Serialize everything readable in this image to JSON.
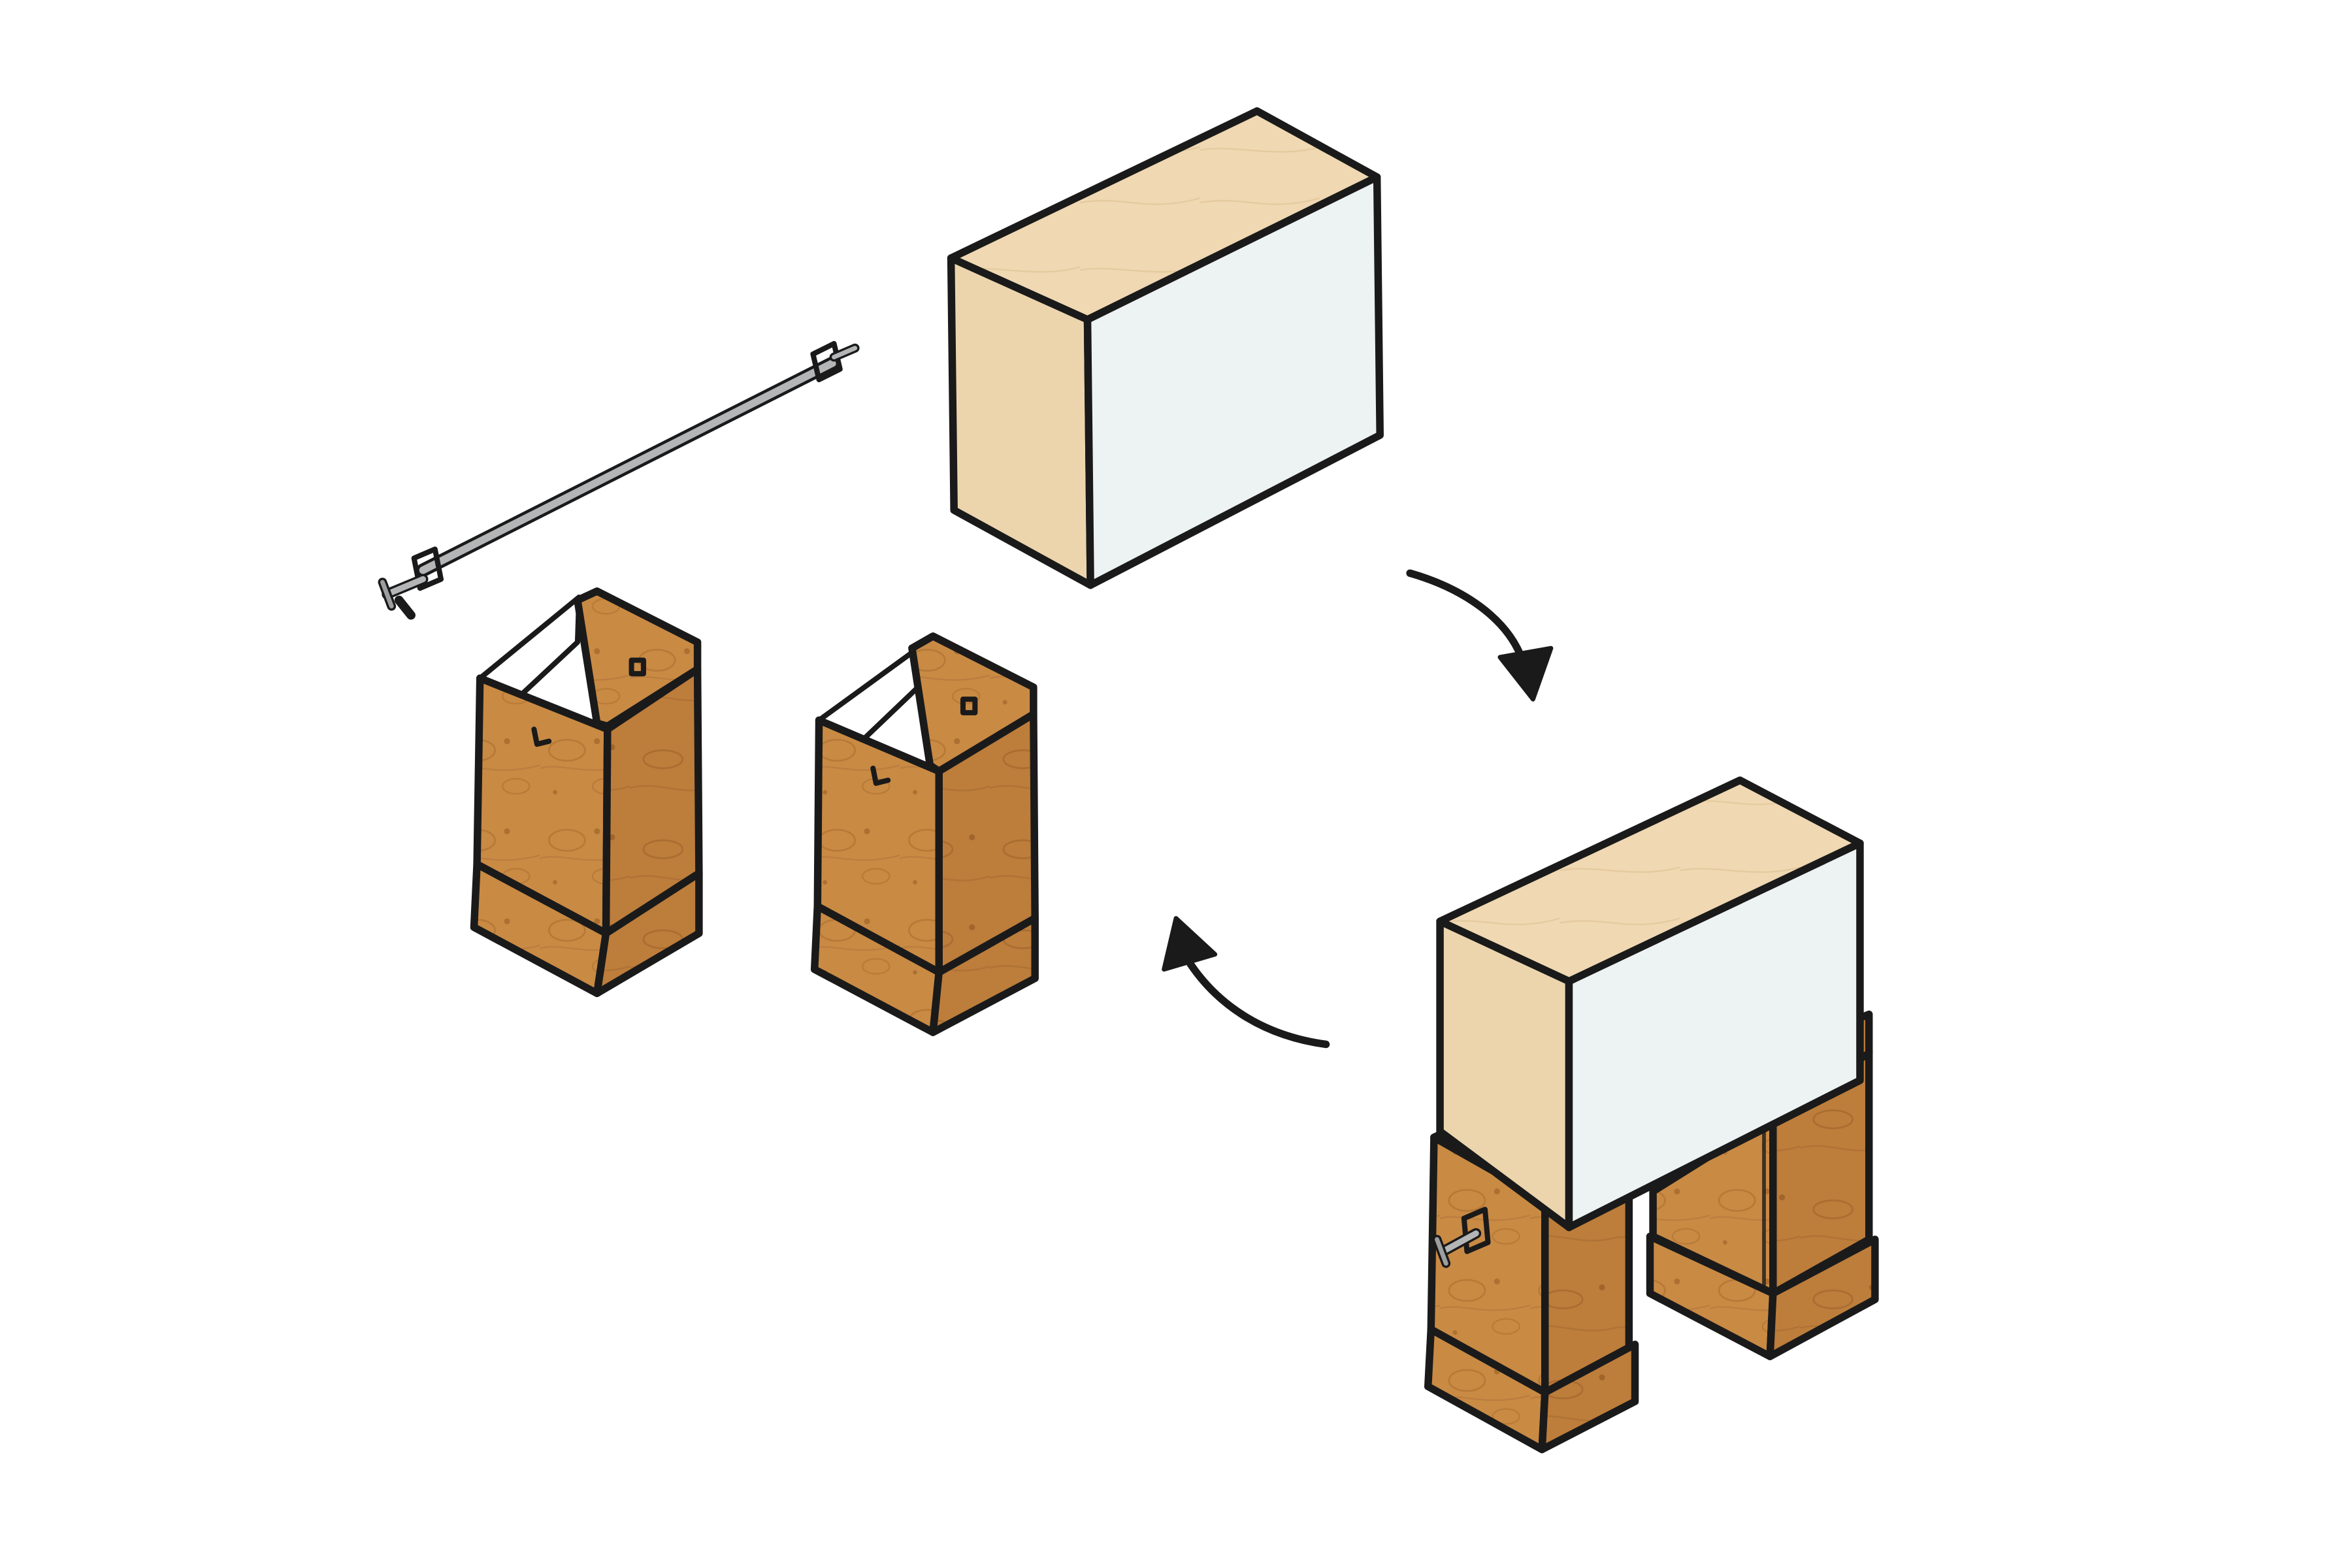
{
  "diagram": {
    "type": "isometric assembly sketch",
    "colors": {
      "background": "#ffffff",
      "ink": "#1a1a1a",
      "panel_light": "#ecd5ad",
      "panel_light_top": "#f1dfbe",
      "panel_white": "#edf2f3",
      "plywood_front": "#c98a44",
      "plywood_side": "#b97a38",
      "plywood_top": "#c88a48",
      "plywood_inner": "#c48646",
      "clamp_metal": "#b3b5b7",
      "clamp_metal_dark": "#8c8e90",
      "arrow": "#1a1a1a"
    },
    "parts": [
      {
        "id": "clamp",
        "icon": "bar-clamp-icon"
      },
      {
        "id": "cabinet-top",
        "icon": "cabinet-box-icon"
      },
      {
        "id": "leg-left",
        "icon": "plywood-leg-icon"
      },
      {
        "id": "leg-middle",
        "icon": "plywood-leg-icon"
      },
      {
        "id": "assembled-table",
        "icon": "assembled-table-icon"
      }
    ],
    "arrows": [
      {
        "id": "assemble-arrow",
        "icon": "curved-arrow-down-icon",
        "direction": "clockwise"
      },
      {
        "id": "disassemble-arrow",
        "icon": "curved-arrow-up-left-icon",
        "direction": "clockwise"
      }
    ]
  }
}
